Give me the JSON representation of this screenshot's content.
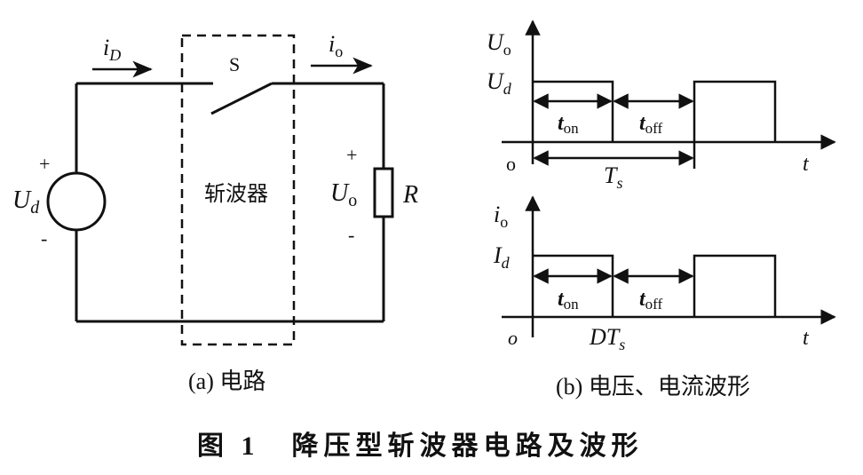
{
  "circuit": {
    "source_label": "U",
    "source_sub": "d",
    "plus": "+",
    "minus": "-",
    "current_in": "i",
    "current_in_sub": "D",
    "switch_label": "S",
    "chopper_label": "斩波器",
    "current_out": "i",
    "current_out_sub": "o",
    "output_label": "U",
    "output_sub": "o",
    "resistor_label": "R",
    "caption": "(a) 电路"
  },
  "waveforms": {
    "voltage": {
      "axis_label": "U",
      "axis_sub": "o",
      "level_label": "U",
      "level_sub": "d",
      "ton": "t",
      "ton_sub": "on",
      "toff": "t",
      "toff_sub": "off",
      "period": "T",
      "period_sub": "s",
      "origin": "o",
      "time": "t"
    },
    "current": {
      "axis_label": "i",
      "axis_sub": "o",
      "level_label": "I",
      "level_sub": "d",
      "ton": "t",
      "ton_sub": "on",
      "toff": "t",
      "toff_sub": "off",
      "duty": "DT",
      "duty_sub": "s",
      "origin": "o",
      "time": "t"
    },
    "caption": "(b) 电压、电流波形"
  },
  "figure_title": "图 1　降压型斩波器电路及波形"
}
